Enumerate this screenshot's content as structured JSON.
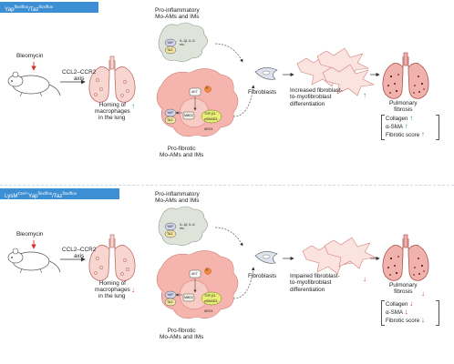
{
  "panels": [
    {
      "header": {
        "t1": "Yap",
        "s1": "flox/flox",
        "t2": "/Taz",
        "s2": "flox/flox"
      },
      "bleomycin": "Bleomycin",
      "axis": "CCL2–CCR2\naxis",
      "homing": "Homing of\nmacrophages",
      "homing2": "in the lung",
      "pro_inflammatory": "Pro-inflammatory\nMo-AMs and IMs",
      "pro_fibrotic": "Pro-fibrotic\nMo-AMs and IMs",
      "fibroblasts": "Fibroblasts",
      "differentiation": "Increased fibroblast-\nto-myofibroblast\ndifferentiation",
      "pulmonary": "Pulmonary\nfibrosis",
      "results": [
        "Collagen",
        "α-SMA",
        "Fibrotic score"
      ],
      "trend": "up"
    },
    {
      "header": {
        "t1": "LysM",
        "s0": "Cre/+",
        "t1b": "Yap",
        "s1": "flox/flox",
        "t2": "/Taz",
        "s2": "flox/flox"
      },
      "bleomycin": "Bleomycin",
      "axis": "CCL2–CCR2\naxis",
      "homing": "Homing of\nmacrophages",
      "homing2": "in the lung",
      "pro_inflammatory": "Pro-inflammatory\nMo-AMs and IMs",
      "pro_fibrotic": "Pro-fibrotic\nMo-AMs and IMs",
      "fibroblasts": "Fibroblasts",
      "differentiation": "Impaired fibroblast-\nto-myofibroblast\ndifferentiation",
      "pulmonary": "Pulmonary\nfibrosis",
      "results": [
        "Collagen",
        "α-SMA",
        "Fibrotic score"
      ],
      "trend": "down"
    }
  ],
  "cell_labels": {
    "yap": "YAP",
    "taz": "TAZ",
    "cytokines": "IL-1β, IL-6\netc.",
    "akt": "AKT",
    "p": "P",
    "mbd2": "MBD2",
    "tgf": "TGF-β1",
    "psmad3": "pSMAD3",
    "arg1": "ARG1"
  },
  "colors": {
    "banner": "#3d8fd3",
    "up": "#2f9e44",
    "down": "#d7322d",
    "pink_cell": "#f5b5ae",
    "grey_cell": "#d9dfd5",
    "lung": "#f3c9c4"
  }
}
